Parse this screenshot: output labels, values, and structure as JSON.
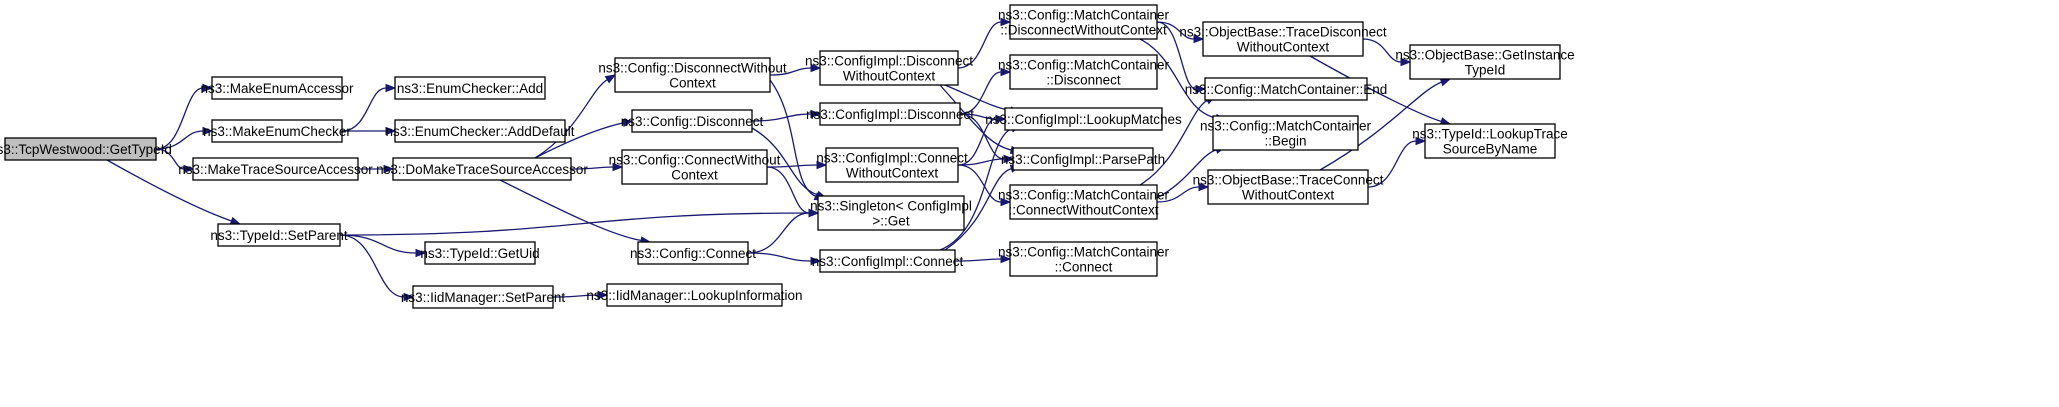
{
  "graph": {
    "colors": {
      "edge": "#191970",
      "node_fill": "#ffffff",
      "root_fill": "#bfbfbf",
      "node_border": "#000000"
    },
    "nodes": [
      {
        "id": "tcpwestwood_gettypeid",
        "lines": [
          "ns3::TcpWestwood::GetTypeId"
        ],
        "root": true
      },
      {
        "id": "makeenumaccessor",
        "lines": [
          "ns3::MakeEnumAccessor"
        ]
      },
      {
        "id": "makeenumchecker",
        "lines": [
          "ns3::MakeEnumChecker"
        ]
      },
      {
        "id": "enumchecker_add",
        "lines": [
          "ns3::EnumChecker::Add"
        ]
      },
      {
        "id": "enumchecker_adddefault",
        "lines": [
          "ns3::EnumChecker::AddDefault"
        ]
      },
      {
        "id": "maketracesourceaccessor",
        "lines": [
          "ns3::MakeTraceSourceAccessor"
        ]
      },
      {
        "id": "domaketracesourceaccessor",
        "lines": [
          "ns3::DoMakeTraceSourceAccessor"
        ]
      },
      {
        "id": "config_disconnectwithoutcontext",
        "lines": [
          "ns3::Config::DisconnectWithout",
          "Context"
        ]
      },
      {
        "id": "config_disconnect",
        "lines": [
          "ns3::Config::Disconnect"
        ]
      },
      {
        "id": "config_connectwithoutcontext",
        "lines": [
          "ns3::Config::ConnectWithout",
          "Context"
        ]
      },
      {
        "id": "config_connect",
        "lines": [
          "ns3::Config::Connect"
        ]
      },
      {
        "id": "typeid_setparent",
        "lines": [
          "ns3::TypeId::SetParent"
        ]
      },
      {
        "id": "typeid_getuid",
        "lines": [
          "ns3::TypeId::GetUid"
        ]
      },
      {
        "id": "iidmanager_setparent",
        "lines": [
          "ns3::IidManager::SetParent"
        ]
      },
      {
        "id": "iidmanager_lookupinformation",
        "lines": [
          "ns3::IidManager::LookupInformation"
        ]
      },
      {
        "id": "configimpl_disconnectwithoutcontext",
        "lines": [
          "ns3::ConfigImpl::Disconnect",
          "WithoutContext"
        ]
      },
      {
        "id": "configimpl_disconnect",
        "lines": [
          "ns3::ConfigImpl::Disconnect"
        ]
      },
      {
        "id": "configimpl_connectwithoutcontext",
        "lines": [
          "ns3::ConfigImpl::Connect",
          "WithoutContext"
        ]
      },
      {
        "id": "singleton_get",
        "lines": [
          "ns3::Singleton< ConfigImpl",
          " >::Get"
        ]
      },
      {
        "id": "configimpl_connect",
        "lines": [
          "ns3::ConfigImpl::Connect"
        ]
      },
      {
        "id": "mc_disconnectwithoutcontext",
        "lines": [
          "ns3::Config::MatchContainer",
          "::DisconnectWithoutContext"
        ]
      },
      {
        "id": "mc_disconnect",
        "lines": [
          "ns3::Config::MatchContainer",
          "::Disconnect"
        ]
      },
      {
        "id": "configimpl_lookupmatches",
        "lines": [
          "ns3::ConfigImpl::LookupMatches"
        ]
      },
      {
        "id": "configimpl_parsepath",
        "lines": [
          "ns3::ConfigImpl::ParsePath"
        ]
      },
      {
        "id": "mc_connectwithoutcontext",
        "lines": [
          "ns3::Config::MatchContainer",
          "::ConnectWithoutContext"
        ]
      },
      {
        "id": "mc_connect",
        "lines": [
          "ns3::Config::MatchContainer",
          "::Connect"
        ]
      },
      {
        "id": "objectbase_tracedisconnectwithoutcontext",
        "lines": [
          "ns3::ObjectBase::TraceDisconnect",
          "WithoutContext"
        ]
      },
      {
        "id": "mc_end",
        "lines": [
          "ns3::Config::MatchContainer::End"
        ]
      },
      {
        "id": "mc_begin",
        "lines": [
          "ns3::Config::MatchContainer",
          "::Begin"
        ]
      },
      {
        "id": "objectbase_traceconnectwithoutcontext",
        "lines": [
          "ns3::ObjectBase::TraceConnect",
          "WithoutContext"
        ]
      },
      {
        "id": "objectbase_getinstancetypeid",
        "lines": [
          "ns3::ObjectBase::GetInstance",
          "TypeId"
        ]
      },
      {
        "id": "typeid_lookuptracesourcebyname",
        "lines": [
          "ns3::TypeId::LookupTrace",
          "SourceByName"
        ]
      }
    ],
    "edges": [
      [
        "tcpwestwood_gettypeid",
        "makeenumaccessor"
      ],
      [
        "tcpwestwood_gettypeid",
        "makeenumchecker"
      ],
      [
        "tcpwestwood_gettypeid",
        "maketracesourceaccessor"
      ],
      [
        "tcpwestwood_gettypeid",
        "typeid_setparent"
      ],
      [
        "makeenumchecker",
        "enumchecker_add"
      ],
      [
        "makeenumchecker",
        "enumchecker_adddefault"
      ],
      [
        "maketracesourceaccessor",
        "domaketracesourceaccessor"
      ],
      [
        "domaketracesourceaccessor",
        "config_disconnectwithoutcontext"
      ],
      [
        "domaketracesourceaccessor",
        "config_disconnect"
      ],
      [
        "domaketracesourceaccessor",
        "config_connectwithoutcontext"
      ],
      [
        "domaketracesourceaccessor",
        "config_connect"
      ],
      [
        "typeid_setparent",
        "singleton_get"
      ],
      [
        "typeid_setparent",
        "typeid_getuid"
      ],
      [
        "typeid_setparent",
        "iidmanager_setparent"
      ],
      [
        "iidmanager_setparent",
        "iidmanager_lookupinformation"
      ],
      [
        "config_disconnectwithoutcontext",
        "configimpl_disconnectwithoutcontext"
      ],
      [
        "config_disconnectwithoutcontext",
        "singleton_get"
      ],
      [
        "config_disconnect",
        "configimpl_disconnect"
      ],
      [
        "config_disconnect",
        "singleton_get"
      ],
      [
        "config_connectwithoutcontext",
        "configimpl_connectwithoutcontext"
      ],
      [
        "config_connectwithoutcontext",
        "singleton_get"
      ],
      [
        "config_connect",
        "singleton_get"
      ],
      [
        "config_connect",
        "configimpl_connect"
      ],
      [
        "configimpl_disconnectwithoutcontext",
        "mc_disconnectwithoutcontext"
      ],
      [
        "configimpl_disconnectwithoutcontext",
        "configimpl_lookupmatches"
      ],
      [
        "configimpl_disconnectwithoutcontext",
        "configimpl_parsepath"
      ],
      [
        "configimpl_disconnect",
        "mc_disconnect"
      ],
      [
        "configimpl_disconnect",
        "configimpl_lookupmatches"
      ],
      [
        "configimpl_disconnect",
        "configimpl_parsepath"
      ],
      [
        "configimpl_connectwithoutcontext",
        "configimpl_lookupmatches"
      ],
      [
        "configimpl_connectwithoutcontext",
        "configimpl_parsepath"
      ],
      [
        "configimpl_connectwithoutcontext",
        "mc_connectwithoutcontext"
      ],
      [
        "configimpl_connect",
        "configimpl_lookupmatches"
      ],
      [
        "configimpl_connect",
        "configimpl_parsepath"
      ],
      [
        "configimpl_connect",
        "mc_connect"
      ],
      [
        "mc_disconnectwithoutcontext",
        "objectbase_tracedisconnectwithoutcontext"
      ],
      [
        "mc_disconnectwithoutcontext",
        "mc_end"
      ],
      [
        "mc_disconnectwithoutcontext",
        "mc_begin"
      ],
      [
        "mc_connectwithoutcontext",
        "mc_end"
      ],
      [
        "mc_connectwithoutcontext",
        "mc_begin"
      ],
      [
        "mc_connectwithoutcontext",
        "objectbase_traceconnectwithoutcontext"
      ],
      [
        "objectbase_tracedisconnectwithoutcontext",
        "objectbase_getinstancetypeid"
      ],
      [
        "objectbase_tracedisconnectwithoutcontext",
        "typeid_lookuptracesourcebyname"
      ],
      [
        "objectbase_traceconnectwithoutcontext",
        "objectbase_getinstancetypeid"
      ],
      [
        "objectbase_traceconnectwithoutcontext",
        "typeid_lookuptracesourcebyname"
      ]
    ]
  }
}
